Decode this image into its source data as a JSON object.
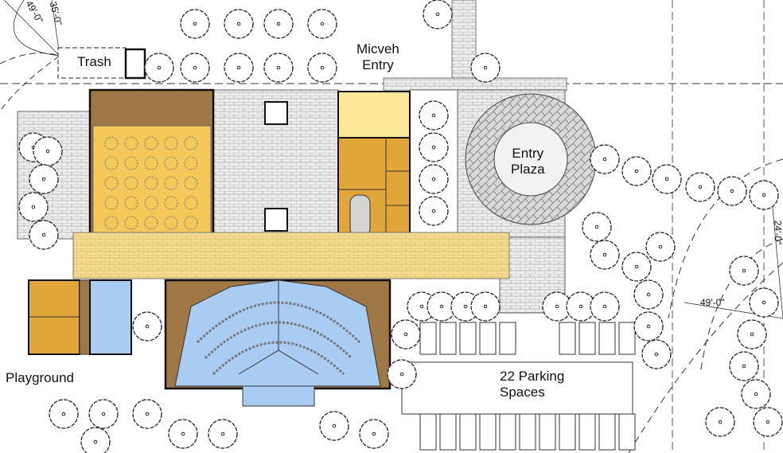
{
  "labels": {
    "trash": "Trash",
    "micveh_entry_line1": "Micveh",
    "micveh_entry_line2": "Entry",
    "entry_plaza_line1": "Entry",
    "entry_plaza_line2": "Plaza",
    "playground": "Playground",
    "parking_line1": "22 Parking",
    "parking_line2": "Spaces"
  },
  "dimensions": {
    "top_left_radius_a": "49'-0\"",
    "top_left_radius_b": "35'-0\"",
    "right_radius": "49'-0\"",
    "right_width": "24'-0\""
  },
  "colors": {
    "hall_yellow": "#f5c85a",
    "brown": "#a07845",
    "orange": "#e0a63a",
    "light_yellow": "#fbe69a",
    "corridor": "#f6dc90",
    "blue": "#a9cdf2",
    "paver": "#e6e6e6"
  }
}
